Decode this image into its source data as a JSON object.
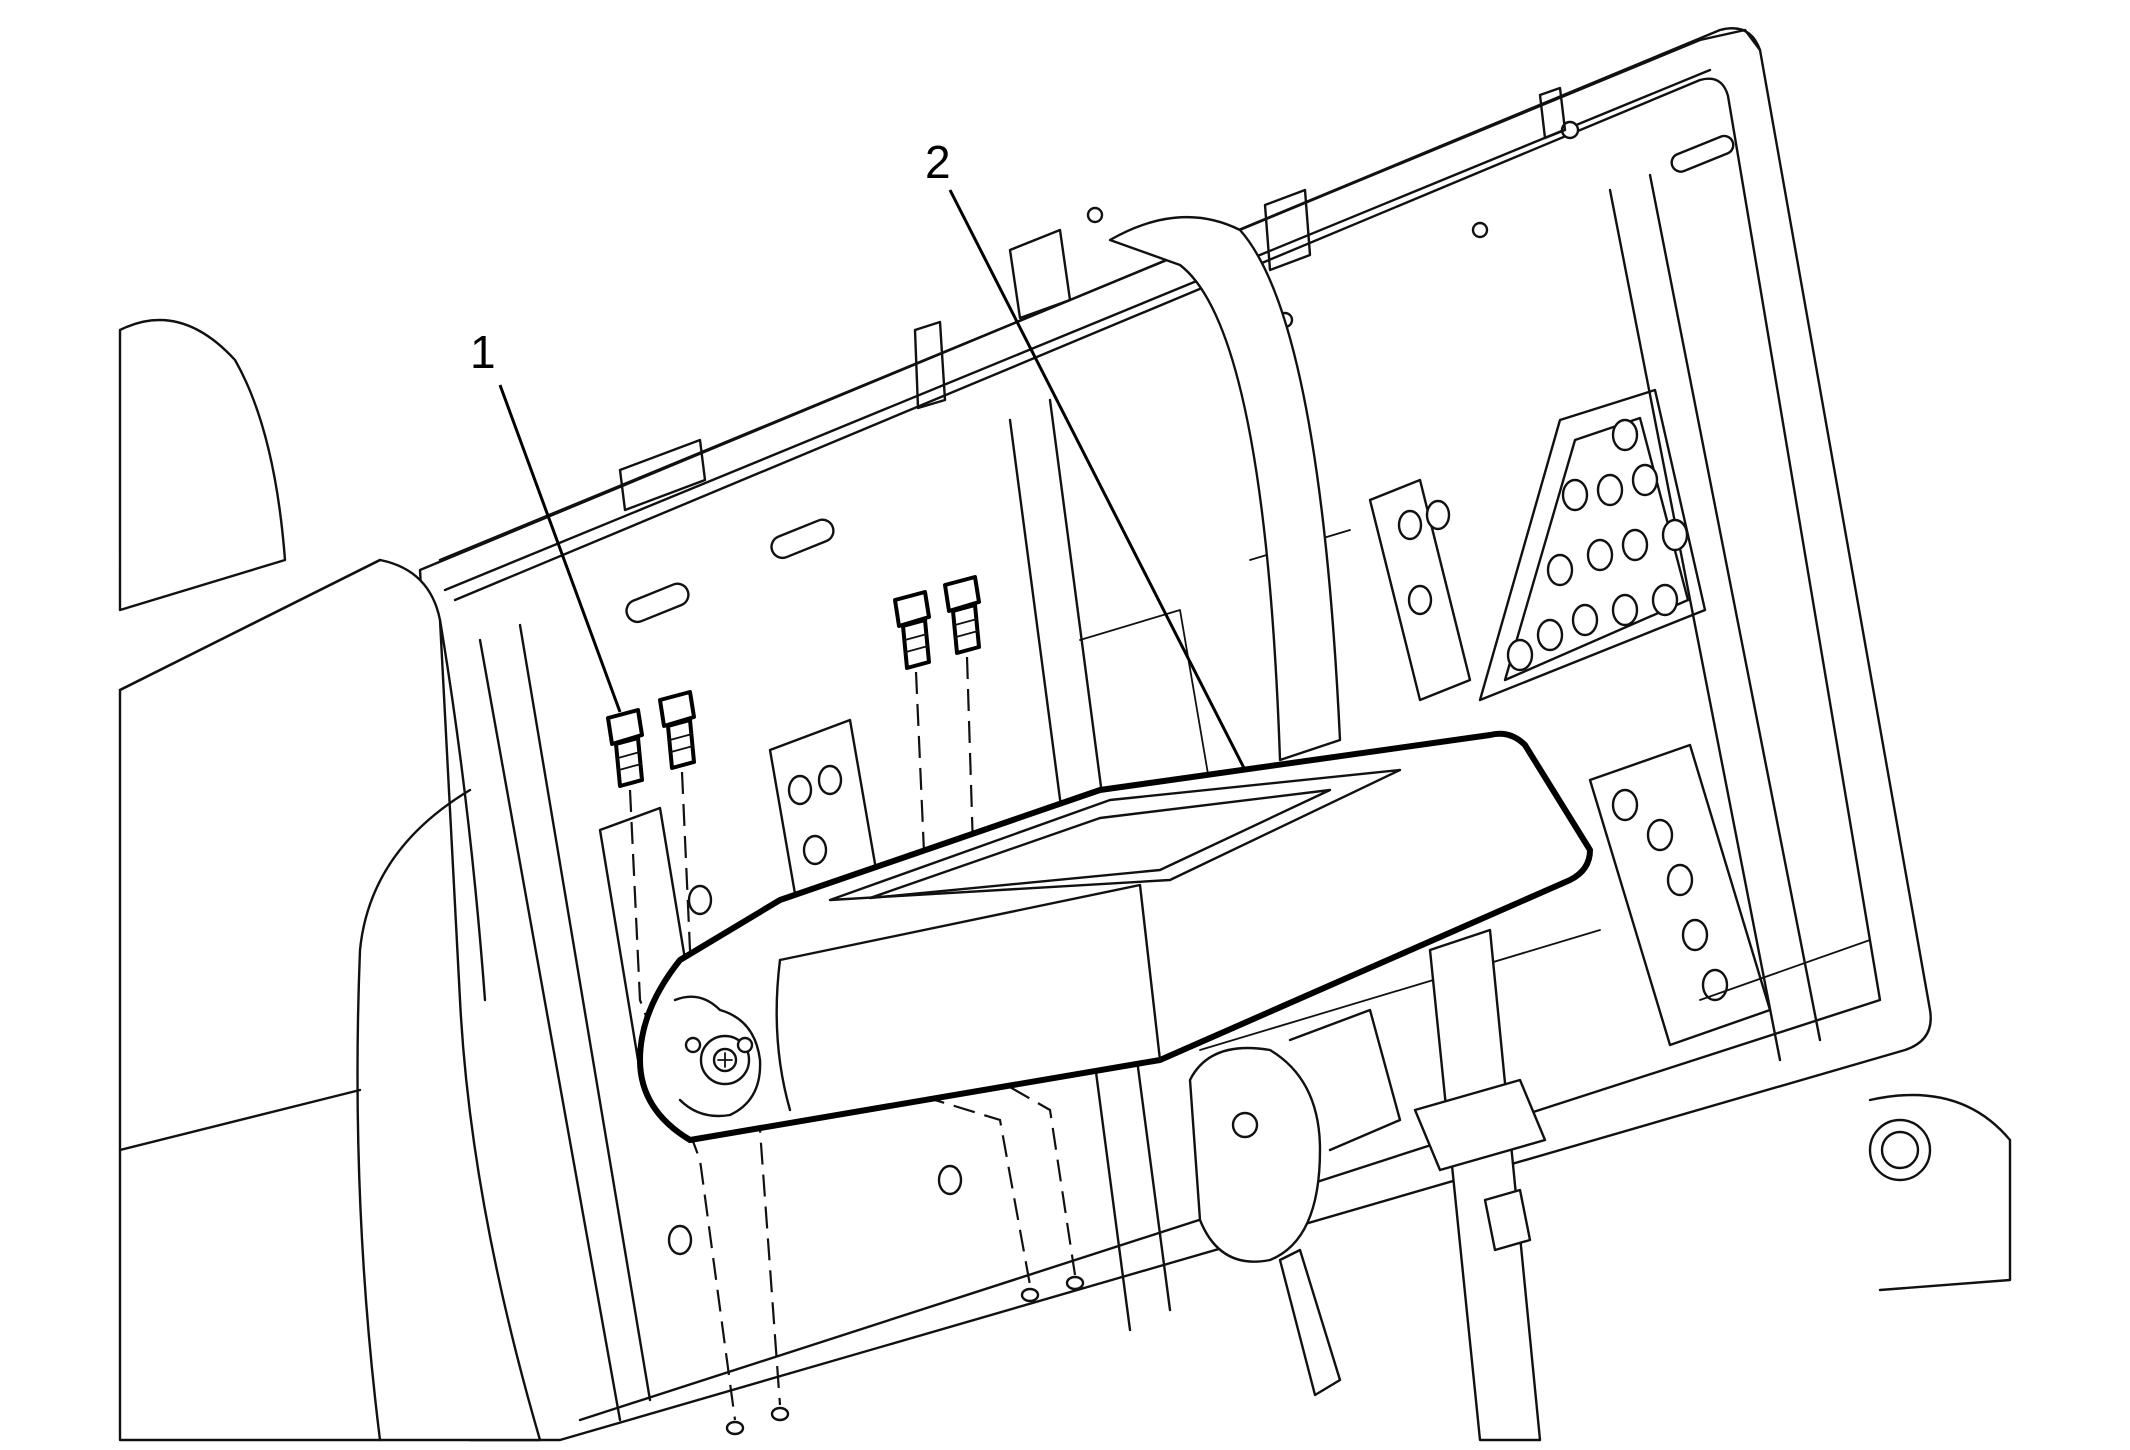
{
  "callouts": [
    {
      "id": "1",
      "label": "1",
      "part": "bolts"
    },
    {
      "id": "2",
      "label": "2",
      "part": "armrest"
    }
  ]
}
